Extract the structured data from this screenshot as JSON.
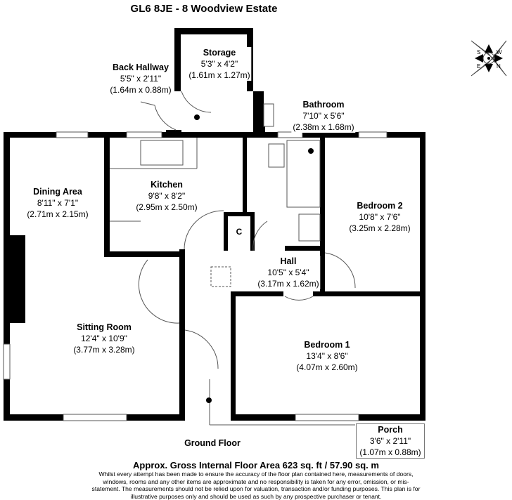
{
  "title": "GL6 8JE - 8 Woodview Estate",
  "rooms": [
    {
      "name": "Storage",
      "imperial": "5'3\" x 4'2\"",
      "metric": "(1.61m x 1.27m)"
    },
    {
      "name": "Back Hallway",
      "imperial": "5'5\" x 2'11\"",
      "metric": "(1.64m x 0.88m)"
    },
    {
      "name": "Bathroom",
      "imperial": "7'10\" x 5'6\"",
      "metric": "(2.38m x 1.68m)"
    },
    {
      "name": "Dining Area",
      "imperial": "8'11\" x 7'1\"",
      "metric": "(2.71m x 2.15m)"
    },
    {
      "name": "Kitchen",
      "imperial": "9'8\" x 8'2\"",
      "metric": "(2.95m x 2.50m)"
    },
    {
      "name": "Bedroom 2",
      "imperial": "10'8\" x 7'6\"",
      "metric": "(3.25m x 2.28m)"
    },
    {
      "name": "Hall",
      "imperial": "10'5\" x 5'4\"",
      "metric": "(3.17m x 1.62m)"
    },
    {
      "name": "Sitting Room",
      "imperial": "12'4\" x 10'9\"",
      "metric": "(3.77m x 3.28m)"
    },
    {
      "name": "Bedroom 1",
      "imperial": "13'4\" x 8'6\"",
      "metric": "(4.07m x 2.60m)"
    },
    {
      "name": "Porch",
      "imperial": "3'6\" x 2'11\"",
      "metric": "(1.07m x 0.88m)"
    }
  ],
  "cupboard_label": "C",
  "floor_label": "Ground Floor",
  "compass": [
    "N",
    "E",
    "S",
    "W"
  ],
  "area_text": "Approx. Gross Internal Floor Area 623 sq. ft / 57.90 sq. m",
  "disclaimer": "Whilst every attempt has been made to ensure the accuracy of the floor plan contained here, measurements of doors, windows, rooms and any other items are approximate and no responsibility is taken for any error, omission, or mis-statement. The measurements should not be relied upon for valuation, transaction and/or funding purposes. This plan is for illustrative purposes only and should be used as such by any prospective purchaser or tenant."
}
